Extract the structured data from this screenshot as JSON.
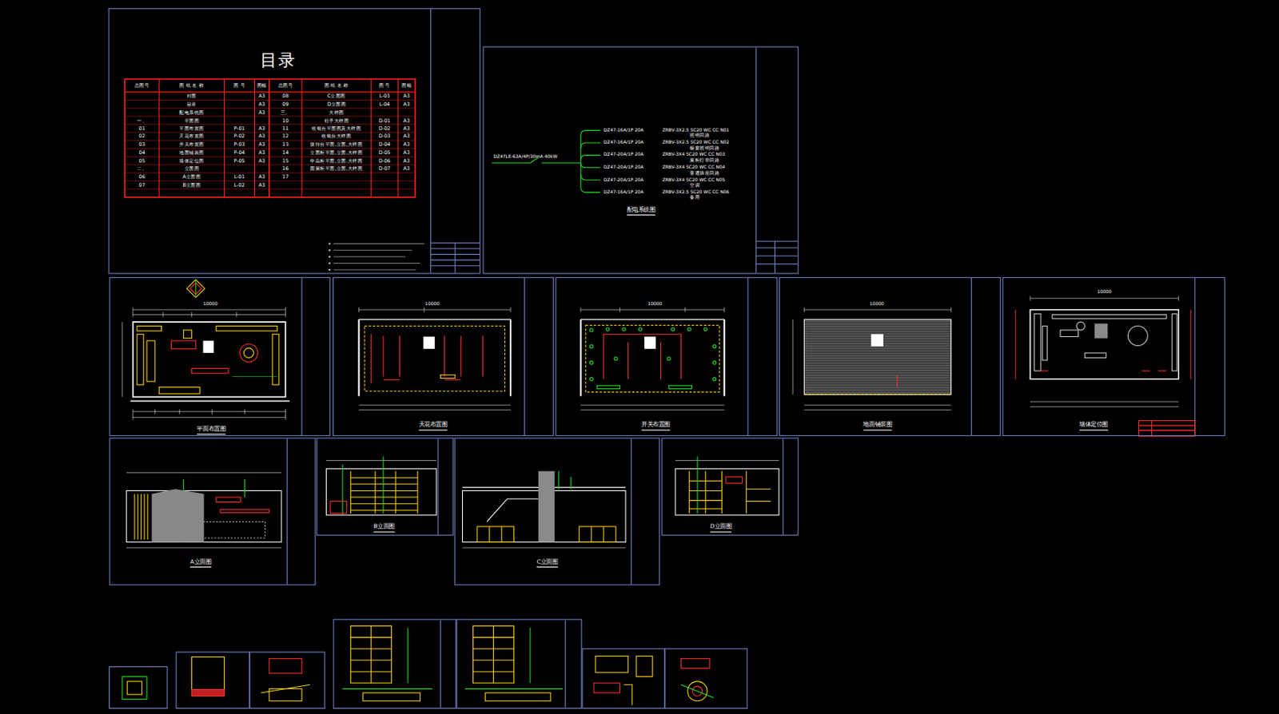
{
  "diagram": {
    "nodes": [
      {
        "text": [
          "目录"
        ]
      },
      {
        "text": [
          "配电系统图"
        ]
      },
      {
        "text": [
          "平面布置图"
        ]
      },
      {
        "text": [
          "天花布置图"
        ]
      },
      {
        "text": [
          "开关布置图"
        ]
      },
      {
        "text": [
          "地面铺装图"
        ]
      },
      {
        "text": [
          "墙体定位图"
        ]
      },
      {
        "text": [
          "A立面图"
        ]
      },
      {
        "text": [
          "B立面图"
        ]
      },
      {
        "text": [
          "C立面图"
        ]
      },
      {
        "text": [
          "D立面图"
        ]
      }
    ],
    "labels": [
      "总图号",
      "图 纸 名 称",
      "图 号",
      "图幅",
      "总图号",
      "图 纸 名 称",
      "图 号",
      "图幅",
      "封面",
      "A3",
      "目录",
      "A3",
      "配电系统图",
      "A3",
      "一、",
      "平面图",
      "01",
      "平面布置图",
      "P-01",
      "A3",
      "02",
      "天花布置图",
      "P-02",
      "A3",
      "03",
      "开关布置图",
      "P-03",
      "A3",
      "04",
      "地面铺装图",
      "P-04",
      "A3",
      "05",
      "墙体定位图",
      "P-05",
      "A3",
      "二、",
      "立面图",
      "06",
      "A立面图",
      "L-01",
      "A3",
      "07",
      "B立面图",
      "L-02",
      "A3",
      "08",
      "C立面图",
      "L-03",
      "A3",
      "09",
      "D立面图",
      "L-04",
      "A3",
      "三、",
      "大样图",
      "10",
      "柱子大样图",
      "D-01",
      "A3",
      "11",
      "收银台平面图及大样图",
      "D-02",
      "A3",
      "12",
      "收银台大样图",
      "D-03",
      "A3",
      "13",
      "接待台平面,立面,大样图",
      "D-04",
      "A3",
      "14",
      "立面柜平面,立面,大样图",
      "D-05",
      "A3",
      "15",
      "中岛柜平面,立面,大样图",
      "D-06",
      "A3",
      "16",
      "圆展柜平面,立面,大样图",
      "D-07",
      "A3",
      "17",
      "DZ47LE-63A/4P/30mA 40kW",
      "DZ47-16A/1P 20A",
      "ZRBV-3X2.5 SC20 WC CC N01",
      "照明回路",
      "DZ47-16A/1P 20A",
      "ZRBV-3X2.5 SC20 WC CC N02",
      "橱窗照明回路",
      "DZ47-20A/1P 20A",
      "ZRBV-3X4 SC20 WC CC N03",
      "展柜灯带回路",
      "DZ47-20A/1P 20A",
      "ZRBV-3X4 SC20 WC CC N04",
      "普通插座回路",
      "DZ47-20A/1P 20A",
      "ZRBV-3X4 SC20 WC CC N05",
      "空调",
      "DZ47-16A/1P 20A",
      "ZRBV-3X2.5 SC20 WC CC N06",
      "备用",
      "10000",
      "10000",
      "10000",
      "10000",
      "10000"
    ]
  }
}
